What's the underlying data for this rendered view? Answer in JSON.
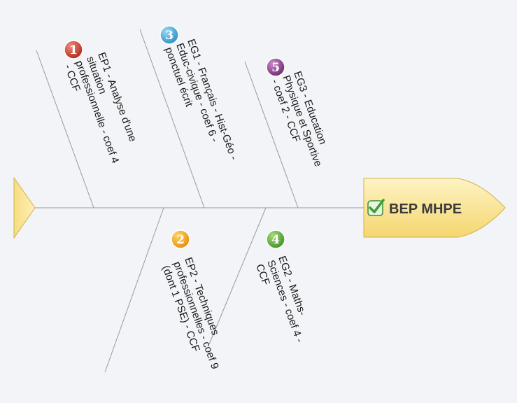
{
  "head": {
    "title": "BEP MHPE",
    "icon": "checkbox-checked-icon"
  },
  "branches": [
    {
      "id": 1,
      "number": "1",
      "color": "#c0392b",
      "lines": [
        "EP1 - Analyse d'une",
        "situation",
        "professionnelle - coef 4",
        "- CCF"
      ]
    },
    {
      "id": 3,
      "number": "3",
      "color": "#3aa6d6",
      "lines": [
        "EG1 - Français - Hist-Géo -",
        "Educ-civique - coef 6 -",
        "ponctuel écrit"
      ]
    },
    {
      "id": 5,
      "number": "5",
      "color": "#8e3a8e",
      "lines": [
        "EG3 - Education",
        "Physique et Sportive",
        "- coef 2 - CCF"
      ]
    },
    {
      "id": 2,
      "number": "2",
      "color": "#f0a21a",
      "lines": [
        "EP2 - Techniques",
        "professionnelles - coef 9",
        "(dont 1 PSE) - CCF"
      ]
    },
    {
      "id": 4,
      "number": "4",
      "color": "#5aa63a",
      "lines": [
        "EG2 - Maths-",
        "Sciences - coef 4 -",
        "CCF"
      ]
    }
  ],
  "colors": {
    "head_fill": "#fbe9a0",
    "head_stroke": "#d2b24a",
    "spine": "#999999",
    "check": "#4caf50"
  }
}
